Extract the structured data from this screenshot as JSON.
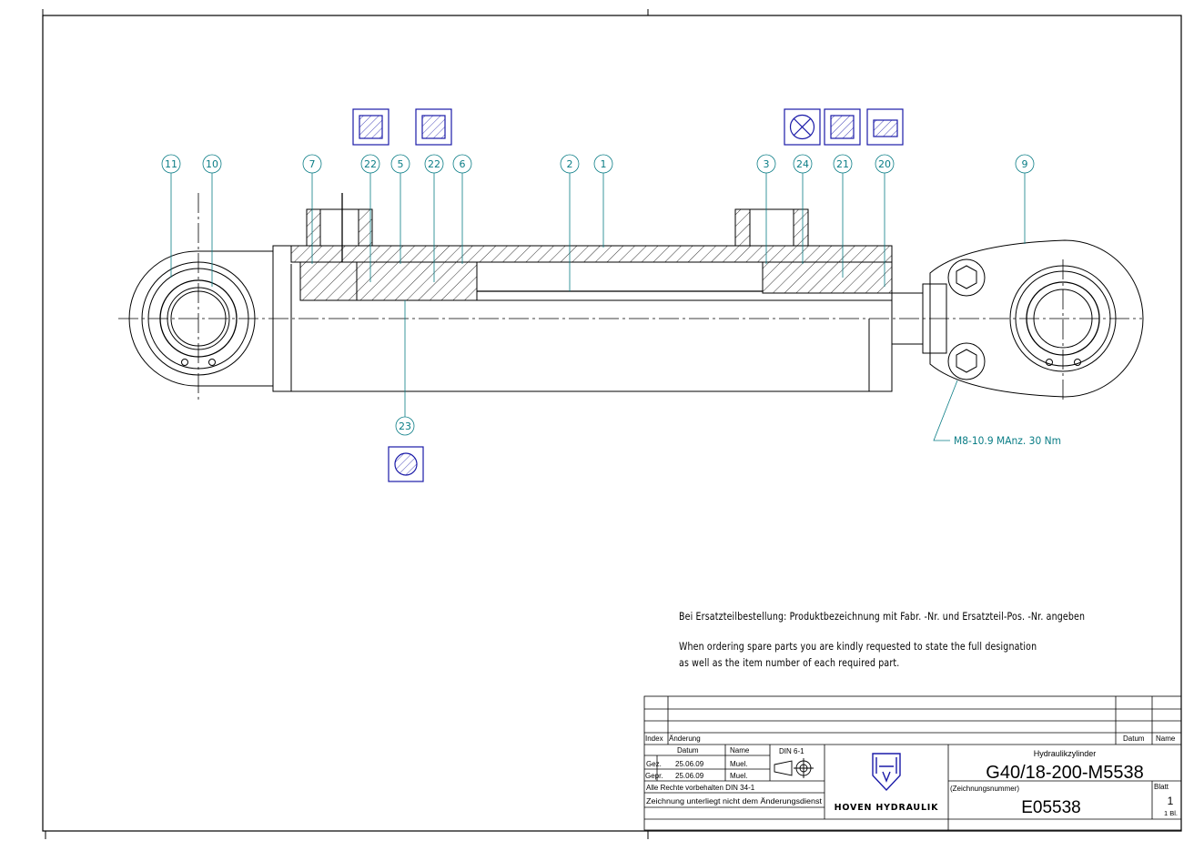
{
  "balloons": [
    "11",
    "10",
    "7",
    "22",
    "5",
    "22",
    "6",
    "2",
    "1",
    "3",
    "24",
    "21",
    "20",
    "9",
    "23"
  ],
  "torque_note": "M8-10.9  MAnz. 30 Nm",
  "notes": {
    "de": "Bei Ersatzteilbestellung: Produktbezeichnung mit Fabr. -Nr. und Ersatzteil-Pos. -Nr. angeben",
    "en_line1": "When ordering spare parts you are kindly requested to state the full designation",
    "en_line2": "as well as the item number of each required part."
  },
  "title_block": {
    "index_label": "Index",
    "change_label": "Änderung",
    "datum_label": "Datum",
    "name_label": "Name",
    "col_datum": "Datum",
    "col_name": "Name",
    "din_label": "DIN 6-1",
    "gez_label": "Gez.",
    "gez_date": "25.06.09",
    "gez_name": "Muel.",
    "gepr_label": "Gepr.",
    "gepr_date": "25.06.09",
    "gepr_name": "Muel.",
    "rights": "Alle Rechte vorbehalten DIN 34-1",
    "no_change_service": "Zeichnung unterliegt nicht dem Änderungsdienst",
    "company": "HOVEN HYDRAULIK",
    "product": "Hydraulikzylinder",
    "designation": "G40/18-200-M5538",
    "drawing_number_label": "(Zeichnungsnummer)",
    "drawing_number": "E05538",
    "sheet_label": "Blatt",
    "sheet": "1",
    "sheet_total": "1 Bl."
  },
  "colors": {
    "annotation": "#0a7d86",
    "symbol_frame": "#1a1aa8",
    "line": "#000000"
  }
}
